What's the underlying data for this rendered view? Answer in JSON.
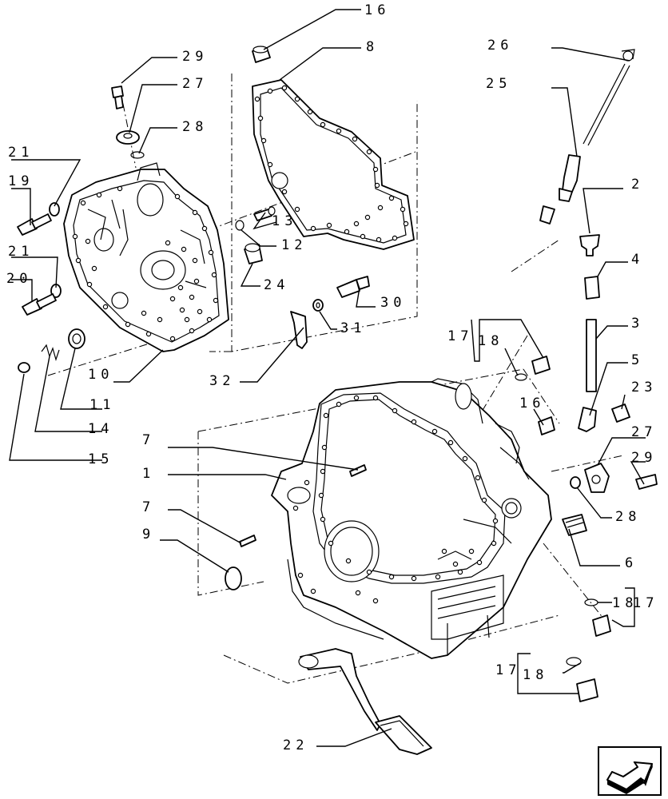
{
  "diagram": {
    "callouts": [
      {
        "id": "c16a",
        "text": "16"
      },
      {
        "id": "c8",
        "text": "8"
      },
      {
        "id": "c29a",
        "text": "29"
      },
      {
        "id": "c27a",
        "text": "27"
      },
      {
        "id": "c28a",
        "text": "28"
      },
      {
        "id": "c21a",
        "text": "21"
      },
      {
        "id": "c19",
        "text": "19"
      },
      {
        "id": "c13",
        "text": "13"
      },
      {
        "id": "c12",
        "text": "12"
      },
      {
        "id": "c21b",
        "text": "21"
      },
      {
        "id": "c20",
        "text": "20"
      },
      {
        "id": "c24",
        "text": "24"
      },
      {
        "id": "c30",
        "text": "30"
      },
      {
        "id": "c31",
        "text": "31"
      },
      {
        "id": "c10",
        "text": "10"
      },
      {
        "id": "c11",
        "text": "11"
      },
      {
        "id": "c14",
        "text": "14"
      },
      {
        "id": "c15",
        "text": "15"
      },
      {
        "id": "c32",
        "text": "32"
      },
      {
        "id": "c26",
        "text": "26"
      },
      {
        "id": "c25",
        "text": "25"
      },
      {
        "id": "c2",
        "text": "2"
      },
      {
        "id": "c4",
        "text": "4"
      },
      {
        "id": "c3",
        "text": "3"
      },
      {
        "id": "c17a",
        "text": "17"
      },
      {
        "id": "c18a",
        "text": "18"
      },
      {
        "id": "c5",
        "text": "5"
      },
      {
        "id": "c16b",
        "text": "16"
      },
      {
        "id": "c23",
        "text": "23"
      },
      {
        "id": "c27b",
        "text": "27"
      },
      {
        "id": "c29b",
        "text": "29"
      },
      {
        "id": "c28b",
        "text": "28"
      },
      {
        "id": "c7a",
        "text": "7"
      },
      {
        "id": "c1",
        "text": "1"
      },
      {
        "id": "c7b",
        "text": "7"
      },
      {
        "id": "c9",
        "text": "9"
      },
      {
        "id": "c6",
        "text": "6"
      },
      {
        "id": "c18b",
        "text": "18"
      },
      {
        "id": "c17b",
        "text": "17"
      },
      {
        "id": "c17c",
        "text": "17"
      },
      {
        "id": "c18c",
        "text": "18"
      },
      {
        "id": "c22",
        "text": "22"
      }
    ],
    "nav_icon": "next-page-arrow-icon"
  }
}
